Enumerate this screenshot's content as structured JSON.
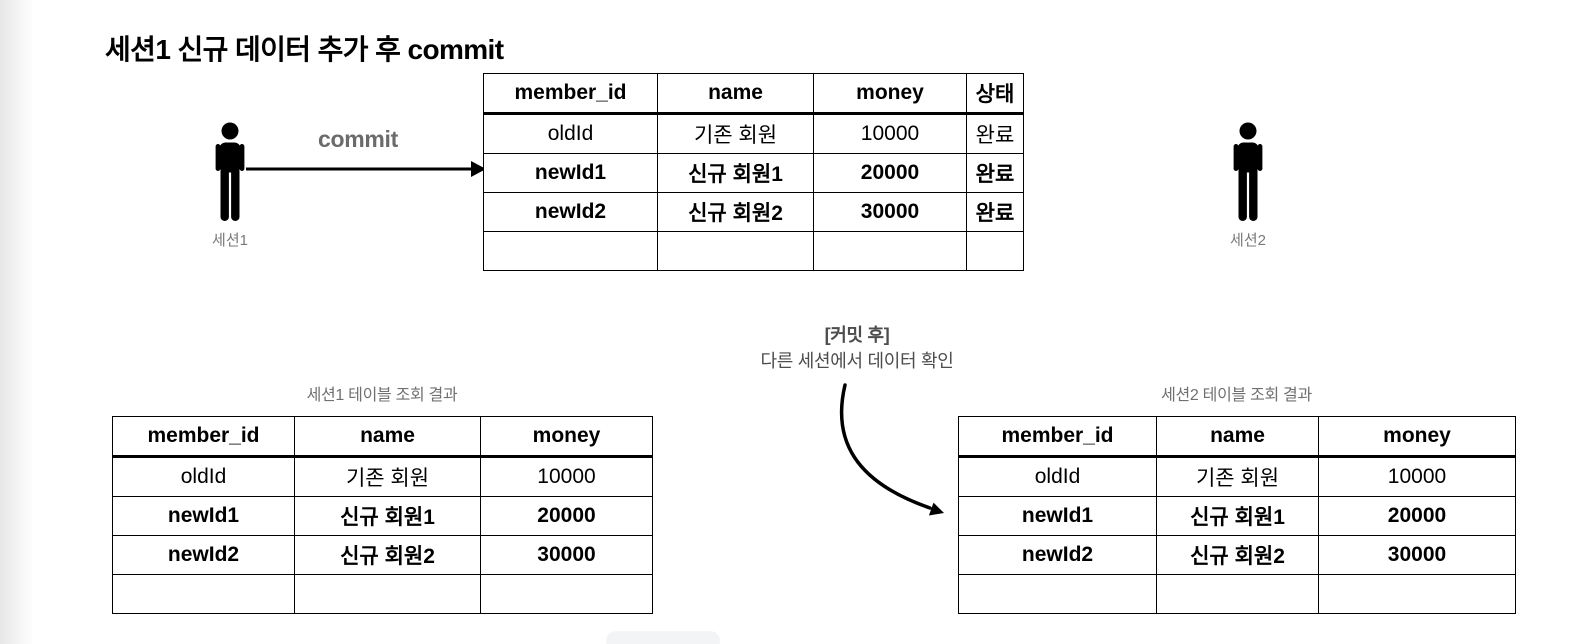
{
  "title": "세션1 신규 데이터 추가 후 commit",
  "actors": {
    "session1": "세션1",
    "session2": "세션2"
  },
  "commit_label": "commit",
  "annotation": {
    "line1": "[커밋 후]",
    "line2": "다른 세션에서 데이터 확인"
  },
  "main_table": {
    "headers": [
      "member_id",
      "name",
      "money",
      "상태"
    ],
    "rows": [
      [
        "oldId",
        "기존 회원",
        "10000",
        "완료"
      ],
      [
        "newId1",
        "신규 회원1",
        "20000",
        "완료"
      ],
      [
        "newId2",
        "신규 회원2",
        "30000",
        "완료"
      ],
      [
        "",
        "",
        "",
        ""
      ]
    ]
  },
  "session1_result": {
    "caption": "세션1 테이블 조회 결과",
    "headers": [
      "member_id",
      "name",
      "money"
    ],
    "rows": [
      [
        "oldId",
        "기존 회원",
        "10000"
      ],
      [
        "newId1",
        "신규 회원1",
        "20000"
      ],
      [
        "newId2",
        "신규 회원2",
        "30000"
      ],
      [
        "",
        "",
        ""
      ]
    ]
  },
  "session2_result": {
    "caption": "세션2 테이블 조회 결과",
    "headers": [
      "member_id",
      "name",
      "money"
    ],
    "rows": [
      [
        "oldId",
        "기존 회원",
        "10000"
      ],
      [
        "newId1",
        "신규 회원1",
        "20000"
      ],
      [
        "newId2",
        "신규 회원2",
        "30000"
      ],
      [
        "",
        "",
        ""
      ]
    ]
  },
  "colors": {
    "text": "#000000",
    "muted_label": "#7a7a7a",
    "commit_label": "#6b6b6b",
    "annotation": "#4d4d4d",
    "table_border": "#000000"
  }
}
